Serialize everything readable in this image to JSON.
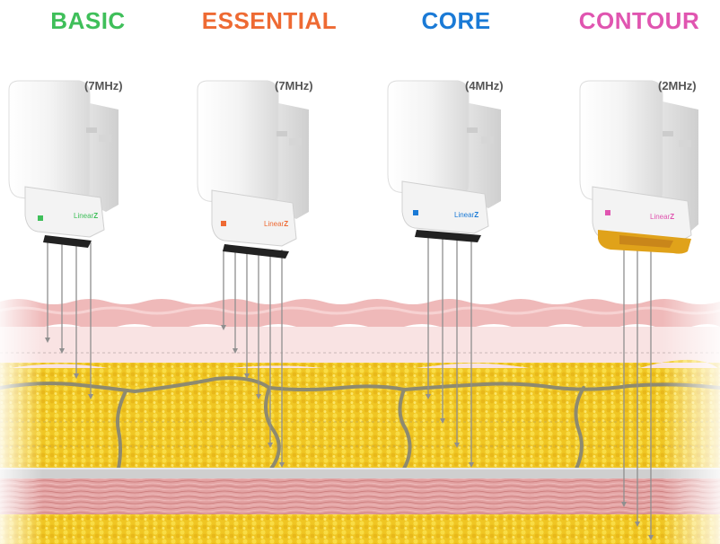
{
  "products": [
    {
      "name": "BASIC",
      "frequency": "(7MHz)",
      "color": "#3fbf5a",
      "brand": "LinearZ"
    },
    {
      "name": "ESSENTIAL",
      "frequency": "(7MHz)",
      "color": "#ee6a33",
      "brand": "LinearZ"
    },
    {
      "name": "CORE",
      "frequency": "(4MHz)",
      "color": "#1a7ad6",
      "brand": "LinearZ"
    },
    {
      "name": "CONTOUR",
      "frequency": "(2MHz)",
      "color": "#e055b0",
      "brand": "LinearZ"
    }
  ],
  "colors": {
    "epidermis": "#f3c2c2",
    "dermis": "#f8dede",
    "fat": "#f2cc2a",
    "muscle": "#d98a8a",
    "fascia": "#c9c9c9",
    "septa": "#8a8a7a"
  }
}
